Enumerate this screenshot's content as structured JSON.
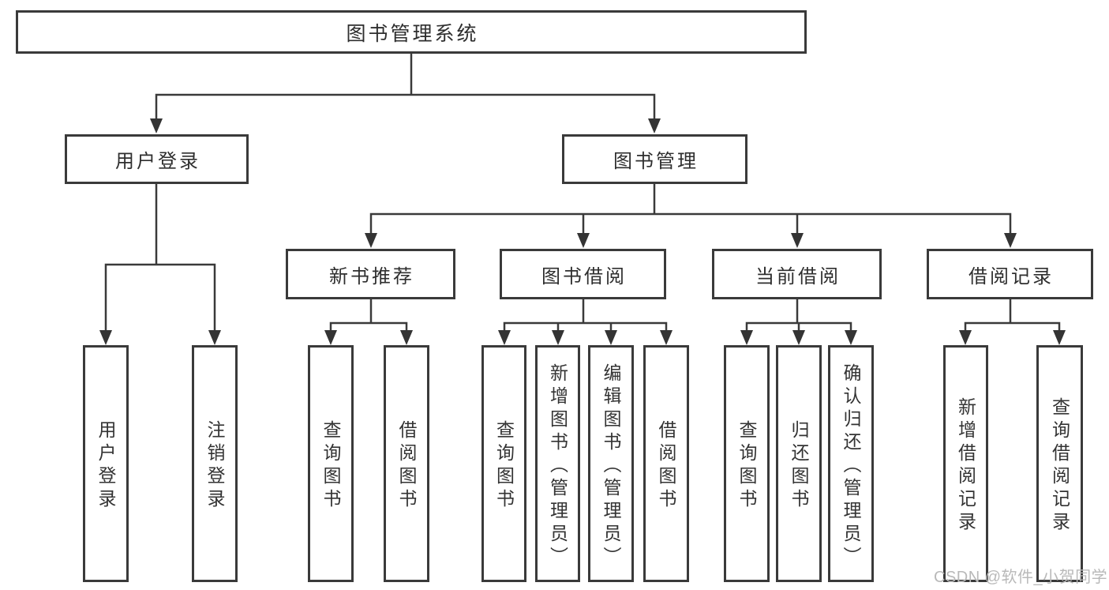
{
  "colors": {
    "background": "#ffffff",
    "line": "#3a3a3a",
    "arrow_fill": "#343434",
    "box_border": "#3a3a3a",
    "text": "#2e2e2e",
    "watermark": "#b9b9b9"
  },
  "diagram": {
    "root": {
      "label": "图书管理系统"
    },
    "level2": {
      "user_login": {
        "label": "用户登录"
      },
      "book_management": {
        "label": "图书管理"
      }
    },
    "level3": {
      "new_book_recommend": {
        "label": "新书推荐"
      },
      "book_borrow": {
        "label": "图书借阅"
      },
      "current_borrow": {
        "label": "当前借阅"
      },
      "borrow_records": {
        "label": "借阅记录"
      }
    },
    "leaves": {
      "user_login": {
        "label": "用户登录"
      },
      "logout": {
        "label": "注销登录"
      },
      "nb_query_books": {
        "label": "查询图书"
      },
      "nb_borrow_books": {
        "label": "借阅图书"
      },
      "bb_query_books": {
        "label": "查询图书"
      },
      "bb_add_books_admin": {
        "label": "新增图书（管理员）"
      },
      "bb_edit_books_admin": {
        "label": "编辑图书（管理员）"
      },
      "bb_borrow_books": {
        "label": "借阅图书"
      },
      "cb_query_books": {
        "label": "查询图书"
      },
      "cb_return_books": {
        "label": "归还图书"
      },
      "cb_confirm_return_admin": {
        "label": "确认归还（管理员）"
      },
      "br_add_record": {
        "label": "新增借阅记录"
      },
      "br_query_record": {
        "label": "查询借阅记录"
      }
    }
  },
  "watermark": {
    "text": "CSDN @软件_小贺同学"
  }
}
